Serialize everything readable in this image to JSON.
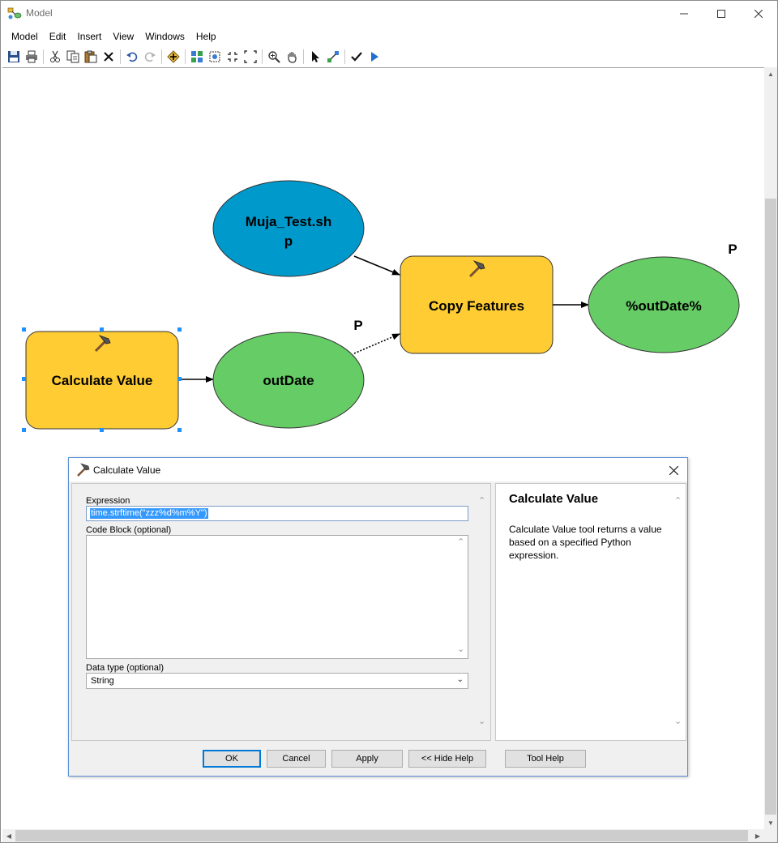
{
  "window": {
    "title": "Model"
  },
  "menu": [
    "Model",
    "Edit",
    "Insert",
    "View",
    "Windows",
    "Help"
  ],
  "toolbar_icons": [
    "save-icon",
    "print-icon",
    "cut-icon",
    "copy-icon",
    "paste-icon",
    "delete-icon",
    "undo-icon",
    "redo-icon",
    "add-data-icon",
    "auto-layout-icon",
    "full-extent-icon",
    "fixed-zoom-in-icon",
    "fixed-zoom-out-icon",
    "zoom-in-icon",
    "pan-icon",
    "select-icon",
    "connect-icon",
    "validate-icon",
    "run-icon"
  ],
  "model": {
    "muja_label_1": "Muja_Test.sh",
    "muja_label_2": "p",
    "copy_features": "Copy Features",
    "out_date_pct": "%outDate%",
    "calculate_value": "Calculate Value",
    "out_date": "outDate",
    "param_marker_1": "P",
    "param_marker_2": "P",
    "colors": {
      "data_blue": "#0099cc",
      "tool_yellow": "#ffcc33",
      "output_green": "#66cc66"
    }
  },
  "dialog": {
    "title": "Calculate Value",
    "expression_label": "Expression",
    "expression_value": "time.strftime(\"zzz%d%m%Y\")",
    "code_block_label": "Code Block (optional)",
    "data_type_label": "Data type (optional)",
    "data_type_value": "String",
    "help_title": "Calculate Value",
    "help_body": "Calculate Value tool returns a value based on a specified Python expression.",
    "buttons": {
      "ok": "OK",
      "cancel": "Cancel",
      "apply": "Apply",
      "hide_help": "<< Hide Help",
      "tool_help": "Tool Help"
    }
  }
}
